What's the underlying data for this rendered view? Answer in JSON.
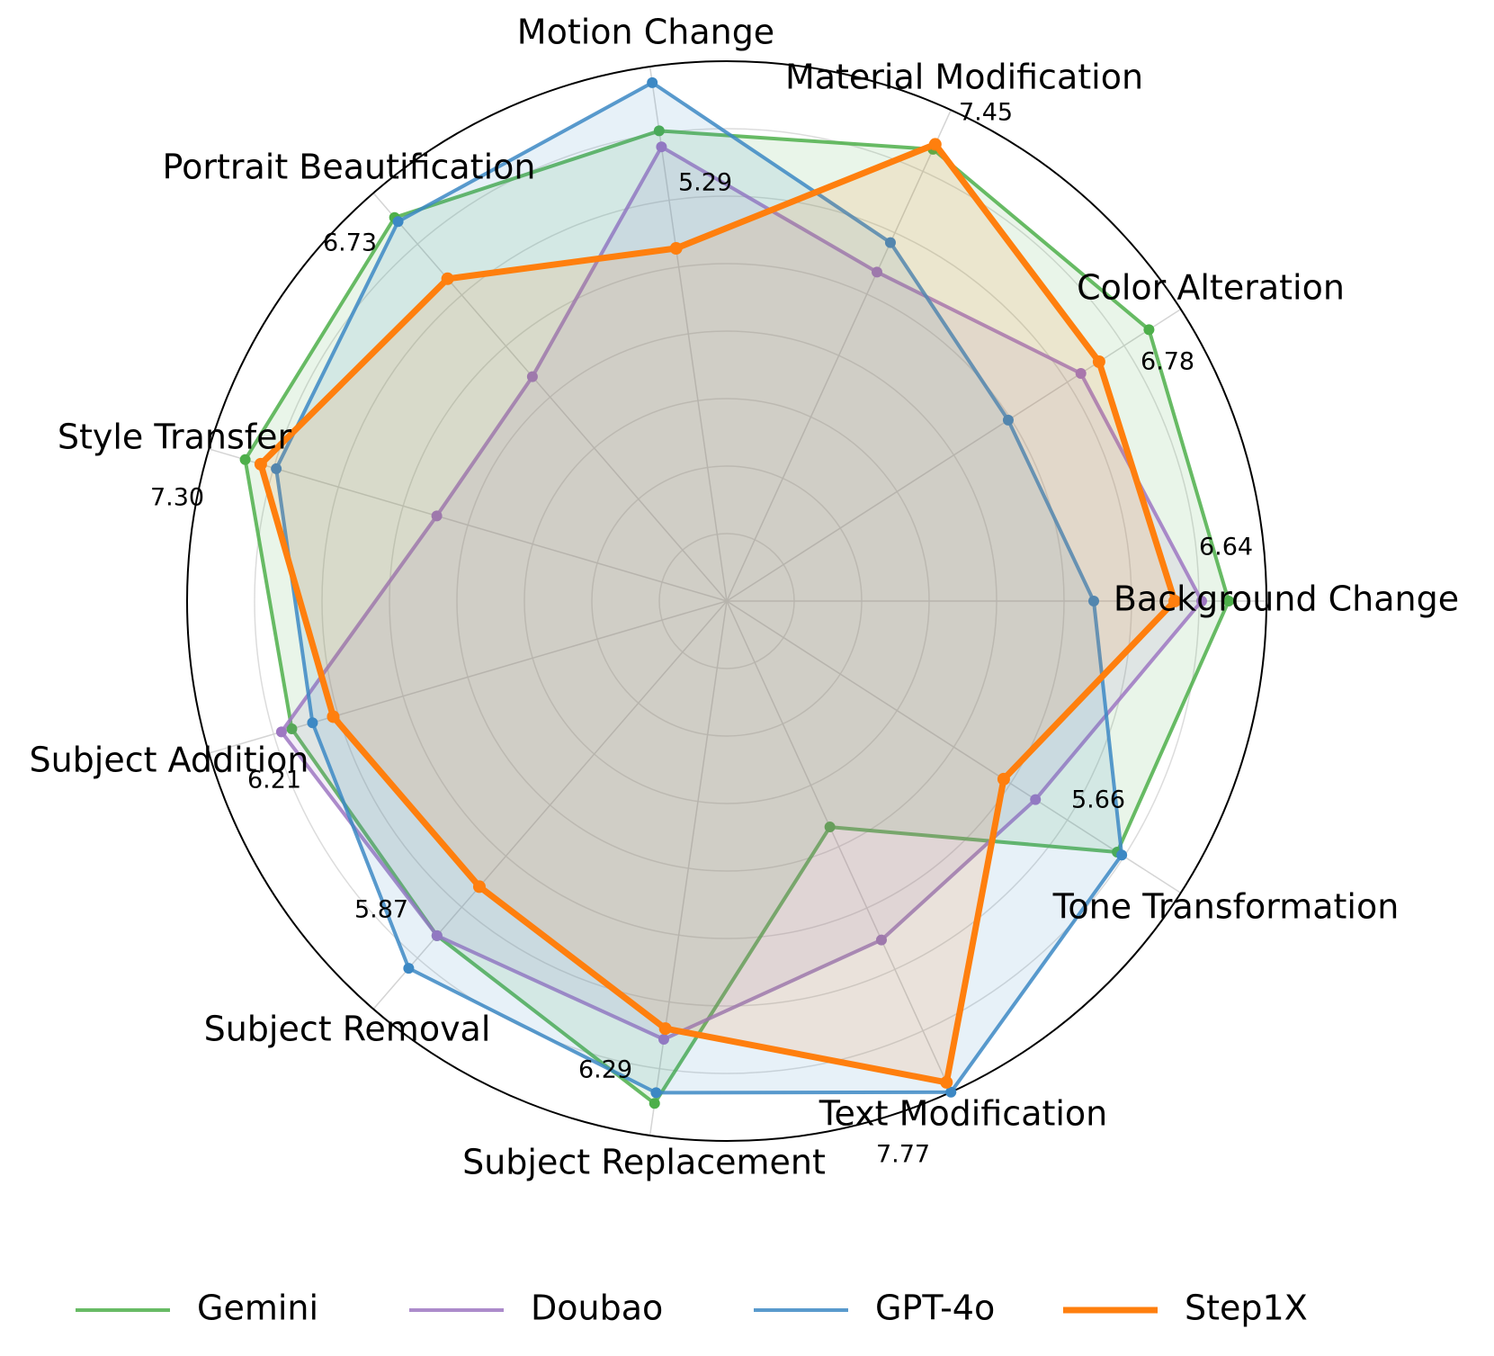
{
  "chart_data": {
    "type": "radar",
    "categories": [
      "Background Change",
      "Color Alteration",
      "Material Modification",
      "Motion Change",
      "Portrait Beautification",
      "Style Transfer",
      "Subject Addition",
      "Subject Removal",
      "Subject Replacement",
      "Text Modification",
      "Tone Transformation"
    ],
    "value_labels": [
      "6.64",
      "6.78",
      "7.45",
      "5.29",
      "6.73",
      "7.30",
      "6.21",
      "5.87",
      "6.29",
      "7.77",
      "5.66"
    ],
    "radial_range": [
      0,
      1
    ],
    "grid": true,
    "legend_position": "bottom",
    "series": [
      {
        "name": "Gemini",
        "color": "#4daf4a",
        "values": [
          0.93,
          0.93,
          0.92,
          0.88,
          0.94,
          0.93,
          0.84,
          0.82,
          0.94,
          0.46,
          0.86
        ]
      },
      {
        "name": "Doubao",
        "color": "#9e77c2",
        "values": [
          0.88,
          0.78,
          0.67,
          0.85,
          0.55,
          0.56,
          0.86,
          0.82,
          0.82,
          0.69,
          0.68
        ]
      },
      {
        "name": "GPT-4o",
        "color": "#3c88c4",
        "values": [
          0.68,
          0.62,
          0.73,
          0.97,
          0.93,
          0.87,
          0.8,
          0.9,
          0.92,
          1.0,
          0.87
        ]
      },
      {
        "name": "Step1X",
        "color": "#ff7f0e",
        "values": [
          0.83,
          0.82,
          0.93,
          0.66,
          0.79,
          0.9,
          0.76,
          0.7,
          0.8,
          0.98,
          0.61
        ]
      }
    ]
  }
}
